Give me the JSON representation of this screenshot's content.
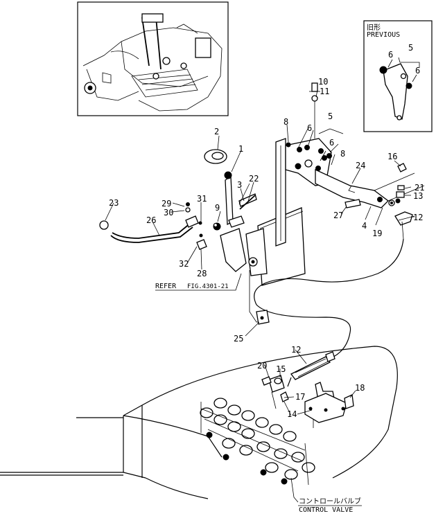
{
  "inset_previous": {
    "title_jp": "旧形",
    "title_en": "PREVIOUS",
    "callouts": [
      "5",
      "6",
      "6"
    ]
  },
  "callouts": {
    "c1": "1",
    "c2": "2",
    "c3": "3",
    "c4": "4",
    "c5": "5",
    "c6a": "6",
    "c6b": "6",
    "c8a": "8",
    "c8b": "8",
    "c9": "9",
    "c10": "10",
    "c11": "11",
    "c12a": "12",
    "c12b": "12",
    "c13": "13",
    "c14": "14",
    "c15": "15",
    "c16": "16",
    "c17": "17",
    "c18": "18",
    "c19": "19",
    "c20": "20",
    "c21": "21",
    "c22": "22",
    "c23": "23",
    "c24": "24",
    "c25": "25",
    "c26": "26",
    "c27": "27",
    "c28": "28",
    "c29": "29",
    "c30": "30",
    "c31": "31",
    "c32": "32"
  },
  "refer_label": "REFER",
  "refer_fig": "FIG.4301-21",
  "control_valve_jp": "コントロールバルブ",
  "control_valve_en": "CONTROL VALVE"
}
